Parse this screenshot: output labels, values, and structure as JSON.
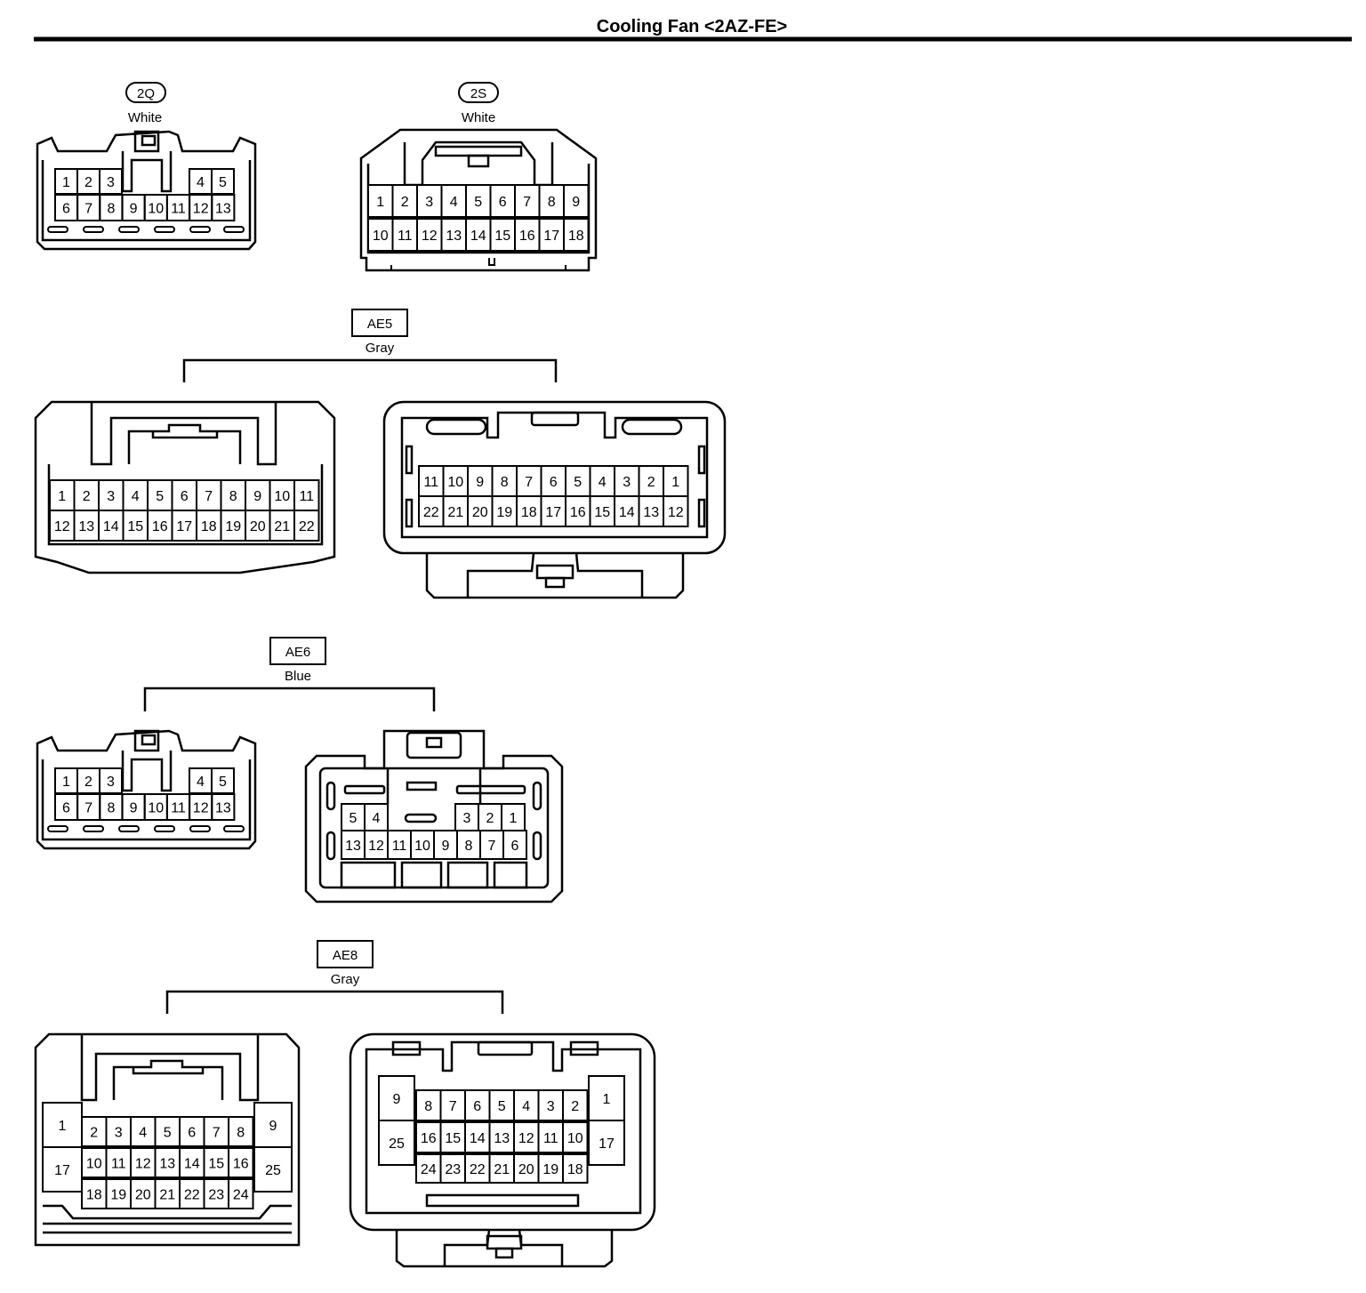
{
  "title": "Cooling Fan <2AZ-FE>",
  "connectors": {
    "c2q": {
      "code": "2Q",
      "color": "White",
      "rows": [
        [
          "1",
          "2",
          "3",
          "4",
          "5"
        ],
        [
          "6",
          "7",
          "8",
          "9",
          "10",
          "11",
          "12",
          "13"
        ]
      ]
    },
    "c2s": {
      "code": "2S",
      "color": "White",
      "rows": [
        [
          "1",
          "2",
          "3",
          "4",
          "5",
          "6",
          "7",
          "8",
          "9"
        ],
        [
          "10",
          "11",
          "12",
          "13",
          "14",
          "15",
          "16",
          "17",
          "18"
        ]
      ]
    },
    "ae5": {
      "code": "AE5",
      "color": "Gray",
      "male_rows": [
        [
          "1",
          "2",
          "3",
          "4",
          "5",
          "6",
          "7",
          "8",
          "9",
          "10",
          "11"
        ],
        [
          "12",
          "13",
          "14",
          "15",
          "16",
          "17",
          "18",
          "19",
          "20",
          "21",
          "22"
        ]
      ],
      "female_rows": [
        [
          "11",
          "10",
          "9",
          "8",
          "7",
          "6",
          "5",
          "4",
          "3",
          "2",
          "1"
        ],
        [
          "22",
          "21",
          "20",
          "19",
          "18",
          "17",
          "16",
          "15",
          "14",
          "13",
          "12"
        ]
      ]
    },
    "ae6": {
      "code": "AE6",
      "color": "Blue",
      "male_rows": [
        [
          "1",
          "2",
          "3",
          "4",
          "5"
        ],
        [
          "6",
          "7",
          "8",
          "9",
          "10",
          "11",
          "12",
          "13"
        ]
      ],
      "female_rows": [
        [
          "5",
          "4",
          "3",
          "2",
          "1"
        ],
        [
          "13",
          "12",
          "11",
          "10",
          "9",
          "8",
          "7",
          "6"
        ]
      ]
    },
    "ae8": {
      "code": "AE8",
      "color": "Gray",
      "male": {
        "left": [
          "1",
          "17"
        ],
        "right": [
          "9",
          "25"
        ],
        "rows": [
          [
            "2",
            "3",
            "4",
            "5",
            "6",
            "7",
            "8"
          ],
          [
            "10",
            "11",
            "12",
            "13",
            "14",
            "15",
            "16"
          ],
          [
            "18",
            "19",
            "20",
            "21",
            "22",
            "23",
            "24"
          ]
        ]
      },
      "female": {
        "left": [
          "9",
          "25"
        ],
        "right": [
          "1",
          "17"
        ],
        "rows": [
          [
            "8",
            "7",
            "6",
            "5",
            "4",
            "3",
            "2"
          ],
          [
            "16",
            "15",
            "14",
            "13",
            "12",
            "11",
            "10"
          ],
          [
            "24",
            "23",
            "22",
            "21",
            "20",
            "19",
            "18"
          ]
        ]
      }
    }
  }
}
